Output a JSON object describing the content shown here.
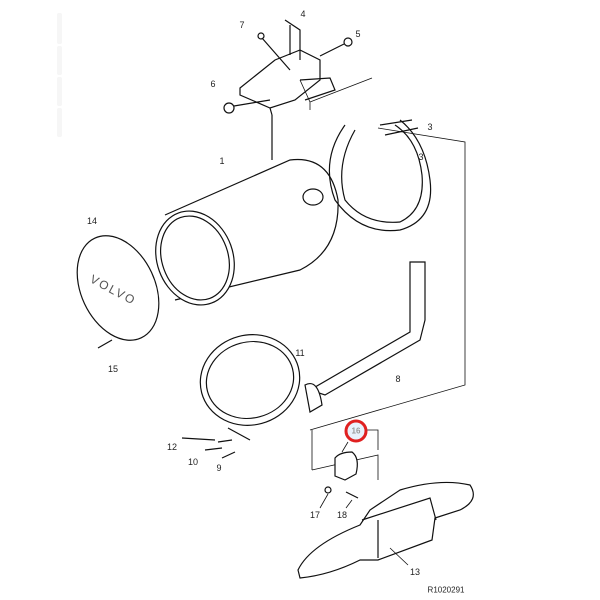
{
  "diagram": {
    "reference_code": "R1020291",
    "brand_text": "VOLVO",
    "highlight_color": "#e02020",
    "highlighted_part": "16",
    "callouts": [
      "1",
      "3",
      "3",
      "4",
      "5",
      "6",
      "7",
      "8",
      "9",
      "10",
      "11",
      "12",
      "13",
      "14",
      "15",
      "16",
      "17",
      "18"
    ]
  }
}
